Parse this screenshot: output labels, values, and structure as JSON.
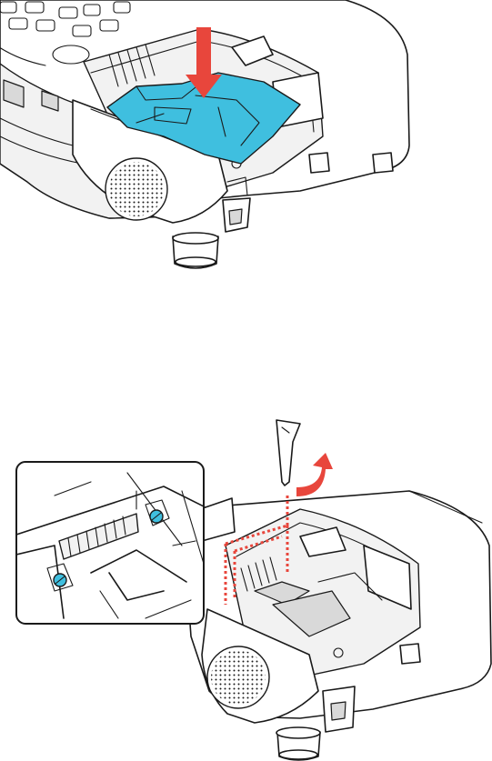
{
  "colors": {
    "lamp_highlight": "#3fbfdf",
    "arrow": "#e8463c",
    "screw_highlight": "#3fbfdf",
    "dotted_guide": "#e8463c",
    "outline": "#1a1a1a"
  },
  "steps": [
    {
      "id": "insert-lamp",
      "icons": [
        "projector-icon",
        "lamp-module-icon",
        "push-down-arrow-icon"
      ]
    },
    {
      "id": "tighten-screws",
      "icons": [
        "projector-icon",
        "screwdriver-icon",
        "rotate-arrow-icon",
        "screw-icon",
        "detail-callout"
      ]
    }
  ]
}
